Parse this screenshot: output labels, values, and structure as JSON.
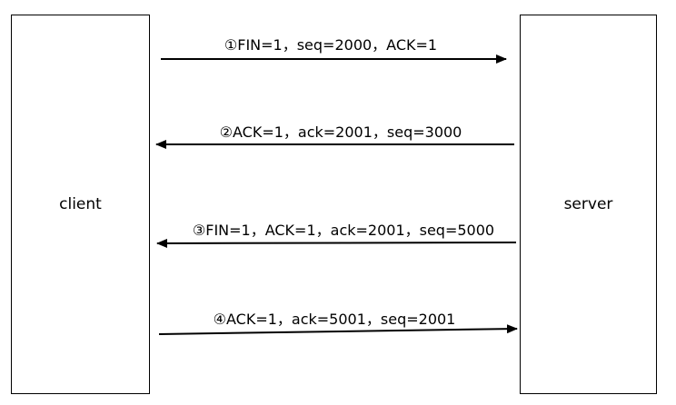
{
  "participants": {
    "client": "client",
    "server": "server"
  },
  "messages": [
    {
      "label": "①FIN=1，seq=2000，ACK=1",
      "direction": "client-to-server"
    },
    {
      "label": "②ACK=1，ack=2001，seq=3000",
      "direction": "server-to-client"
    },
    {
      "label": "③FIN=1，ACK=1，ack=2001，seq=5000",
      "direction": "server-to-client"
    },
    {
      "label": "④ACK=1，ack=5001，seq=2001",
      "direction": "client-to-server"
    }
  ]
}
